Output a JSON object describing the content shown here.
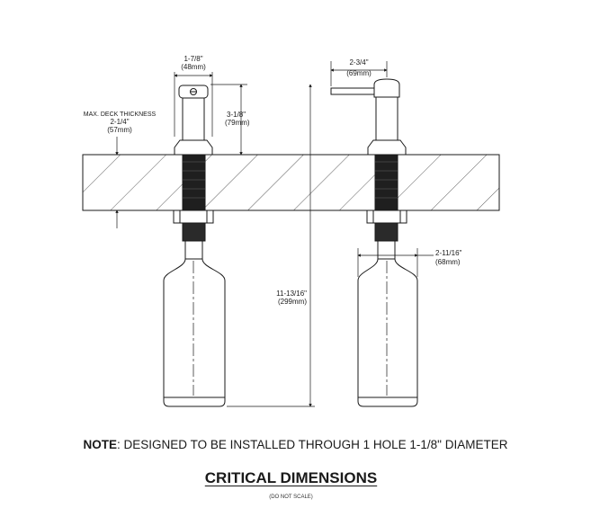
{
  "dimensions": {
    "width_left": {
      "frac": "1-7/8\"",
      "mm": "(48mm)"
    },
    "height_above": {
      "frac": "3-1/8\"",
      "mm": "(79mm)"
    },
    "deck": {
      "title": "MAX. DECK THICKNESS",
      "frac": "2-1/4\"",
      "mm": "(57mm)"
    },
    "total": {
      "frac": "11-13/16\"",
      "mm": "(299mm)"
    },
    "spout": {
      "frac": "2-3/4\"",
      "mm": "(69mm)"
    },
    "bottle": {
      "frac": "2-11/16\"",
      "mm": "(68mm)"
    }
  },
  "note": {
    "prefix": "NOTE",
    "text": ": DESIGNED TO BE INSTALLED THROUGH 1 HOLE 1-1/8\" DIAMETER"
  },
  "title": "CRITICAL DIMENSIONS",
  "subtitle": "(DO NOT SCALE)"
}
